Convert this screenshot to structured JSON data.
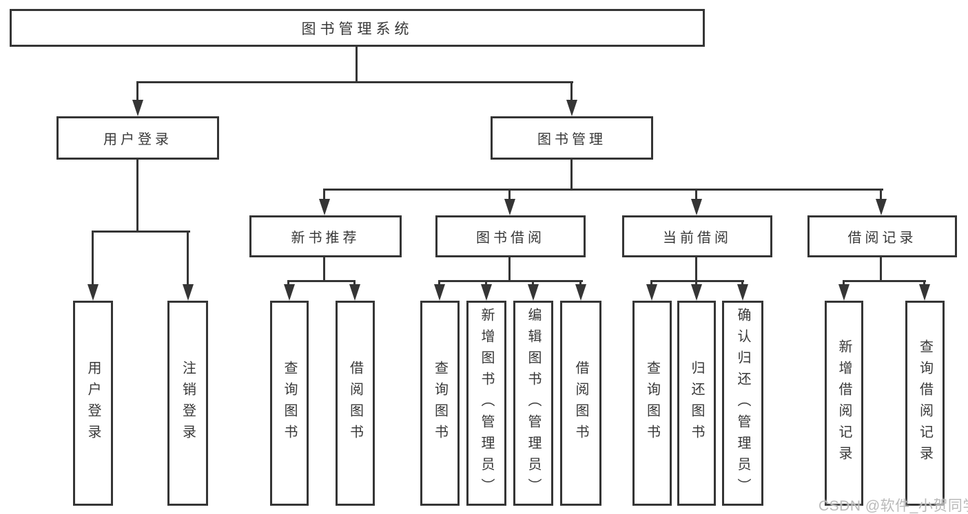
{
  "diagram": {
    "root": {
      "label": "图书管理系统"
    },
    "level2": [
      {
        "id": "user-login",
        "label": "用户登录"
      },
      {
        "id": "book-management",
        "label": "图书管理"
      }
    ],
    "level3": [
      {
        "id": "new-book-recommendation",
        "label": "新书推荐"
      },
      {
        "id": "book-borrowing",
        "label": "图书借阅"
      },
      {
        "id": "current-borrowing",
        "label": "当前借阅"
      },
      {
        "id": "borrowing-records",
        "label": "借阅记录"
      }
    ],
    "leaves": [
      {
        "group": "user-login",
        "label": "用户登录"
      },
      {
        "group": "user-login",
        "label": "注销登录"
      },
      {
        "group": "new-book-recommendation",
        "label": "查询图书"
      },
      {
        "group": "new-book-recommendation",
        "label": "借阅图书"
      },
      {
        "group": "book-borrowing",
        "label": "查询图书"
      },
      {
        "group": "book-borrowing",
        "label": "新增图书（管理员）"
      },
      {
        "group": "book-borrowing",
        "label": "编辑图书（管理员）"
      },
      {
        "group": "book-borrowing",
        "label": "借阅图书"
      },
      {
        "group": "current-borrowing",
        "label": "查询图书"
      },
      {
        "group": "current-borrowing",
        "label": "归还图书"
      },
      {
        "group": "current-borrowing",
        "label": "确认归还（管理员）"
      },
      {
        "group": "borrowing-records",
        "label": "新增借阅记录"
      },
      {
        "group": "borrowing-records",
        "label": "查询借阅记录"
      }
    ]
  },
  "watermark": {
    "text": "CSDN @软件_小贺同学"
  },
  "colors": {
    "line": "#353535",
    "text": "#383838",
    "watermark": "#bababa",
    "background": "#ffffff"
  }
}
